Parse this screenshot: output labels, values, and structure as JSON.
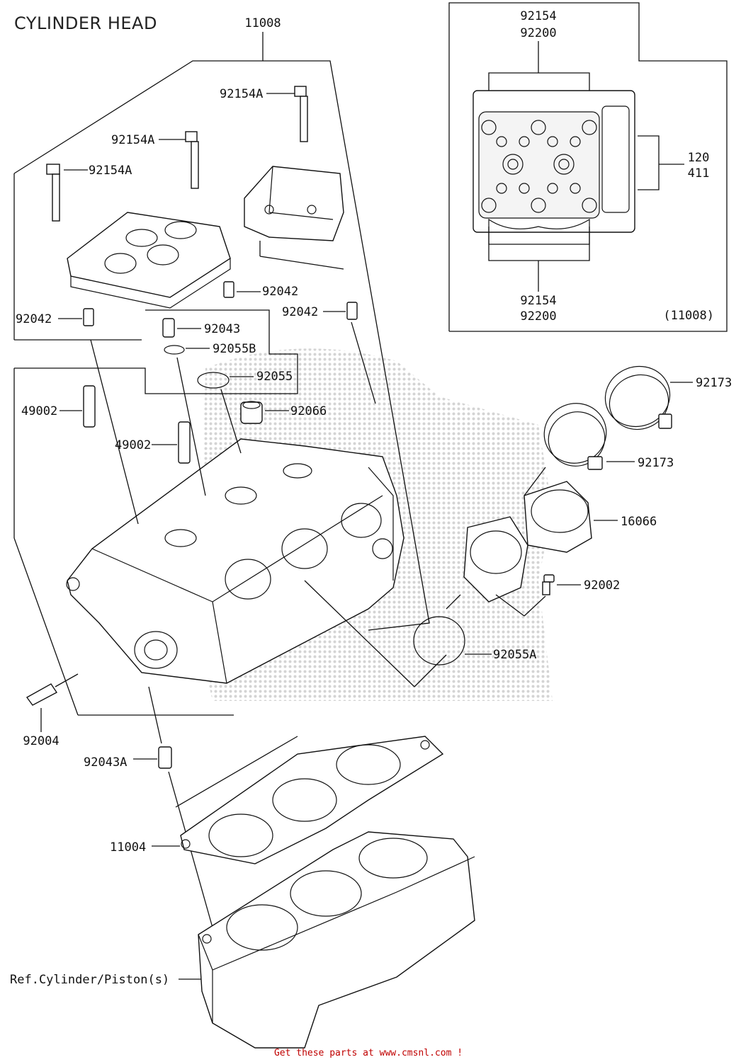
{
  "title": "CYLINDER HEAD",
  "footer": "Get these parts at www.cmsnl.com !",
  "labels": {
    "l11008": "11008",
    "l92154A_1": "92154A",
    "l92154A_2": "92154A",
    "l92154A_3": "92154A",
    "l92042_1": "92042",
    "l92042_2": "92042",
    "l92042_3": "92042",
    "l92043": "92043",
    "l92055B": "92055B",
    "l92055": "92055",
    "l92066": "92066",
    "l49002_1": "49002",
    "l49002_2": "49002",
    "l92173_1": "92173",
    "l92173_2": "92173",
    "l16066": "16066",
    "l92002": "92002",
    "l92055A": "92055A",
    "l92004": "92004",
    "l92043A": "92043A",
    "l11004": "11004",
    "lRef": "Ref.Cylinder/Piston(s)",
    "inset_top_1": "92154",
    "inset_top_2": "92200",
    "inset_bot_1": "92154",
    "inset_bot_2": "92200",
    "inset_r_1": "120",
    "inset_r_2": "411",
    "inset_ref": "(11008)"
  },
  "colors": {
    "line": "#111111",
    "footer": "#c00000",
    "watermark": "#cfcfcf"
  }
}
